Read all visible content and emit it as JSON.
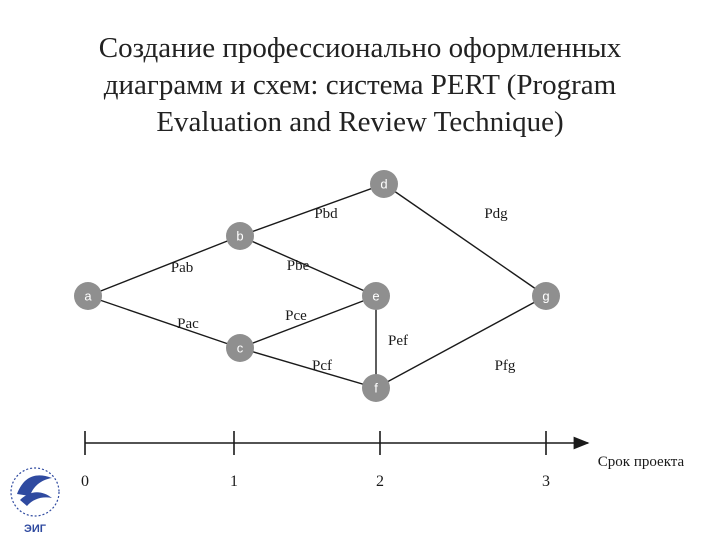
{
  "title": "Создание профессионально оформленных диаграмм и схем: система PERT (Program Evaluation and Review Technique)",
  "colors": {
    "node_fill": "#8f8f8f",
    "line": "#1a1a1a",
    "logo": "#2f4aa0"
  },
  "nodes": [
    {
      "id": "a",
      "label": "a"
    },
    {
      "id": "b",
      "label": "b"
    },
    {
      "id": "c",
      "label": "c"
    },
    {
      "id": "d",
      "label": "d"
    },
    {
      "id": "e",
      "label": "e"
    },
    {
      "id": "f",
      "label": "f"
    },
    {
      "id": "g",
      "label": "g"
    }
  ],
  "edges": [
    {
      "from": "a",
      "to": "b",
      "label": "Pab"
    },
    {
      "from": "a",
      "to": "c",
      "label": "Pac"
    },
    {
      "from": "b",
      "to": "d",
      "label": "Pbd"
    },
    {
      "from": "b",
      "to": "e",
      "label": "Pbe"
    },
    {
      "from": "c",
      "to": "e",
      "label": "Pce"
    },
    {
      "from": "c",
      "to": "f",
      "label": "Pcf"
    },
    {
      "from": "d",
      "to": "g",
      "label": "Pdg"
    },
    {
      "from": "e",
      "to": "f",
      "label": "Pef"
    },
    {
      "from": "f",
      "to": "g",
      "label": "Pfg"
    }
  ],
  "timeline": {
    "ticks": [
      "0",
      "1",
      "2",
      "3"
    ],
    "axis_title": "Срок проекта"
  },
  "logo": {
    "name": "logo",
    "text": "ЭИГ"
  }
}
